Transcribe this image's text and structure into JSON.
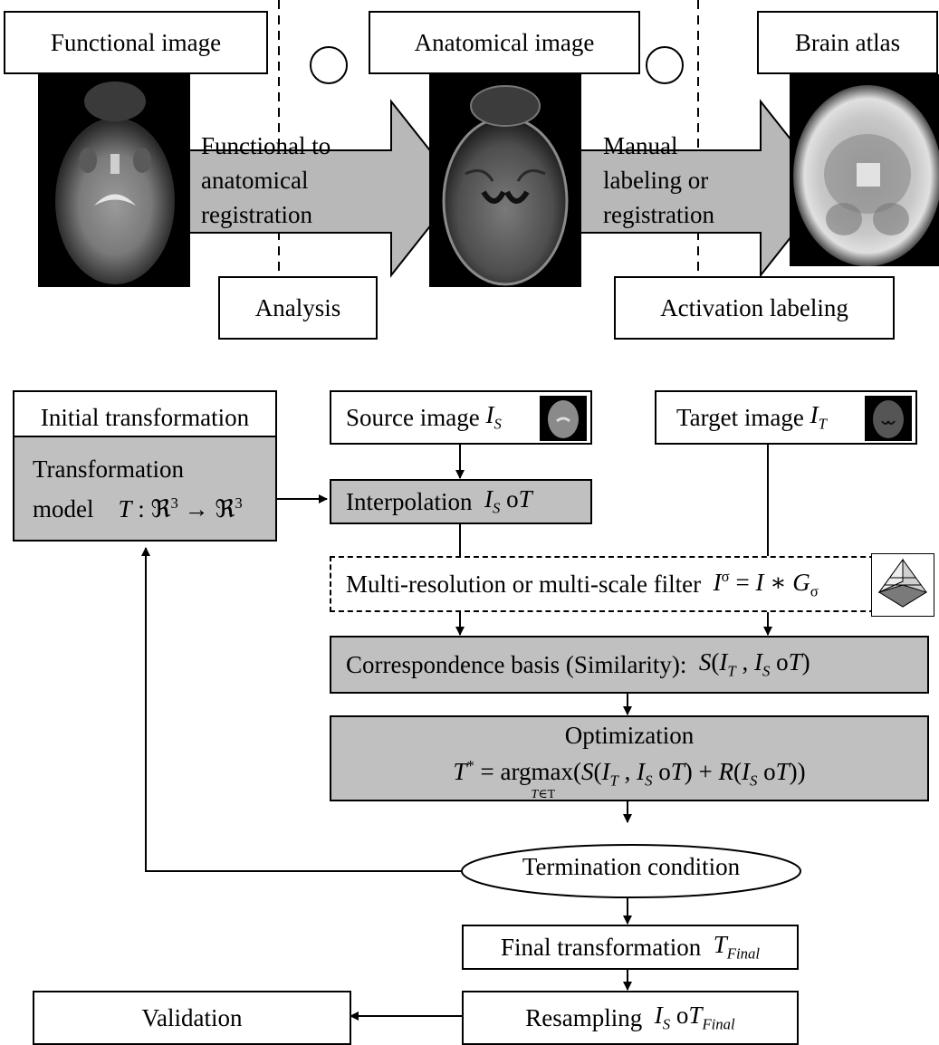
{
  "top": {
    "functional_image": "Functional image",
    "anatomical_image": "Anatomical image",
    "brain_atlas": "Brain atlas",
    "arrow1": [
      "Functional to",
      "anatomical",
      "registration"
    ],
    "arrow2": [
      "Manual",
      "labeling or",
      "registration"
    ],
    "analysis": "Analysis",
    "activation_labeling": "Activation labeling"
  },
  "flow": {
    "initial_transformation": "Initial transformation",
    "source_image": "Source image",
    "target_image": "Target image",
    "transformation_model_line1": "Transformation",
    "transformation_model_line2": "model",
    "interpolation": "Interpolation",
    "multires": "Multi-resolution or multi-scale filter",
    "correspondence": "Correspondence basis (Similarity):",
    "optimization_title": "Optimization",
    "termination": "Termination condition",
    "final_transformation": "Final transformation",
    "resampling": "Resampling",
    "validation": "Validation"
  },
  "colors": {
    "box_fill": "#ffffff",
    "process_fill": "#c0c0c0",
    "arrow_fill": "#b8b8b8",
    "stroke": "#000000"
  }
}
